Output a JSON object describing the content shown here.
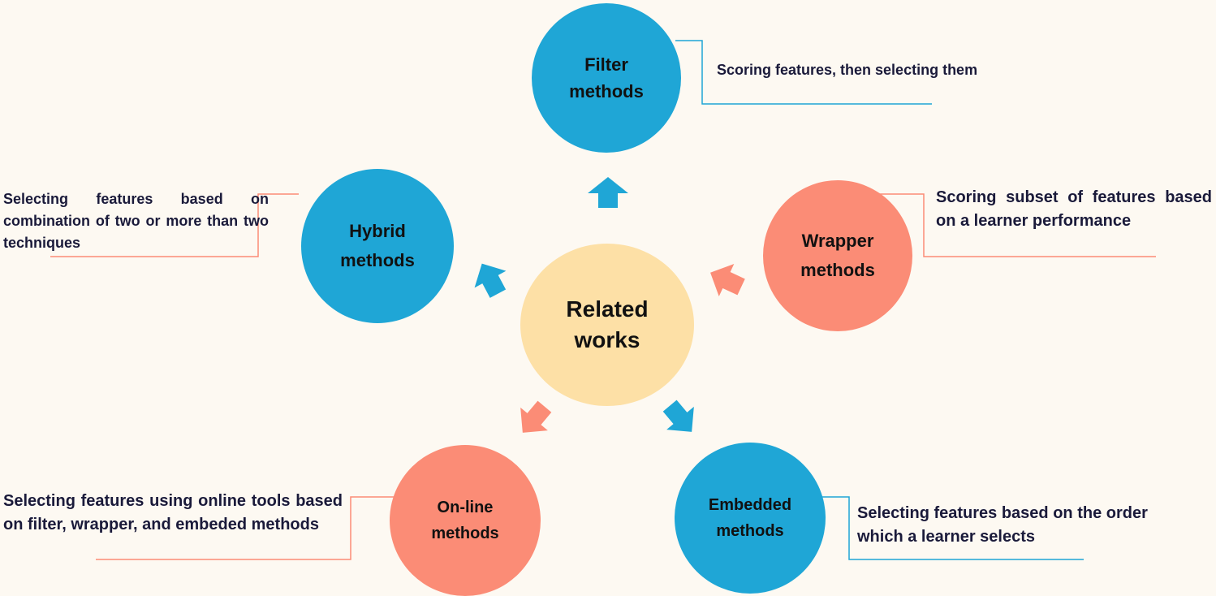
{
  "colors": {
    "background": "#fdf9f2",
    "blue": "#1fa6d6",
    "salmon": "#fb8c76",
    "center": "#fde0a6",
    "text": "#1a1a3a"
  },
  "center_node": {
    "label_line1": "Related",
    "label_line2": "works"
  },
  "nodes": [
    {
      "id": "filter",
      "label_line1": "Filter",
      "label_line2": "methods",
      "color": "blue",
      "description": "Scoring features, then selecting them"
    },
    {
      "id": "wrapper",
      "label_line1": "Wrapper",
      "label_line2": "methods",
      "color": "salmon",
      "description": "Scoring subset of features based on a learner performance"
    },
    {
      "id": "embedded",
      "label_line1": "Embedded",
      "label_line2": "methods",
      "color": "blue",
      "description": "Selecting features based on the order which a learner selects"
    },
    {
      "id": "online",
      "label_line1": "On-line",
      "label_line2": "methods",
      "color": "salmon",
      "description": "Selecting features using online tools based on filter, wrapper, and embeded methods"
    },
    {
      "id": "hybrid",
      "label_line1": "Hybrid",
      "label_line2": "methods",
      "color": "blue",
      "description": "Selecting features based on combination of two or more than two techniques"
    }
  ]
}
